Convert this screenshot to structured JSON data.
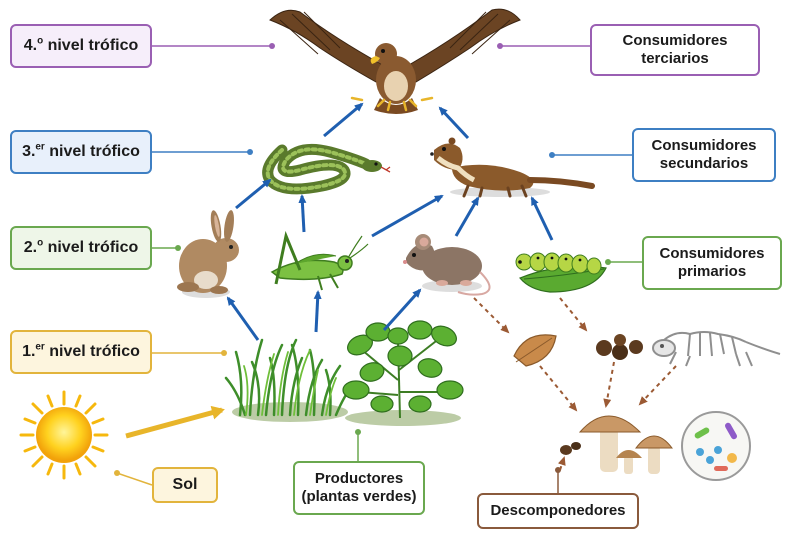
{
  "levels": [
    {
      "num": "4.",
      "sup": "o",
      "text": " nivel trófico"
    },
    {
      "num": "3.",
      "sup": "er",
      "text": " nivel trófico"
    },
    {
      "num": "2.",
      "sup": "o",
      "text": " nivel trófico"
    },
    {
      "num": "1.",
      "sup": "er",
      "text": " nivel trófico"
    }
  ],
  "sun_label": "Sol",
  "roles": {
    "tertiary": [
      "Consumidores",
      "terciarios"
    ],
    "secondary": [
      "Consumidores",
      "secundarios"
    ],
    "primary": [
      "Consumidores",
      "primarios"
    ],
    "producers": [
      "Productores",
      "(plantas verdes)"
    ],
    "decomposers": "Descomponedores"
  },
  "organisms": [
    "eagle-icon",
    "snake-icon",
    "weasel-icon",
    "rabbit-icon",
    "grasshopper-icon",
    "mouse-icon",
    "caterpillar-icon",
    "grass-icon",
    "plant-icon",
    "sun-icon",
    "leaf-icon",
    "feces-icon",
    "skeleton-icon",
    "mushroom-icon",
    "bacteria-icon"
  ],
  "colors": {
    "level4": "#9a5fb3",
    "level3": "#3e7fc3",
    "level2": "#6aa84f",
    "level1": "#e2b43c",
    "decomposers": "#8a5a3c",
    "flow_arrow": "#1f5fb0",
    "decay_arrow": "#9b5a34"
  }
}
